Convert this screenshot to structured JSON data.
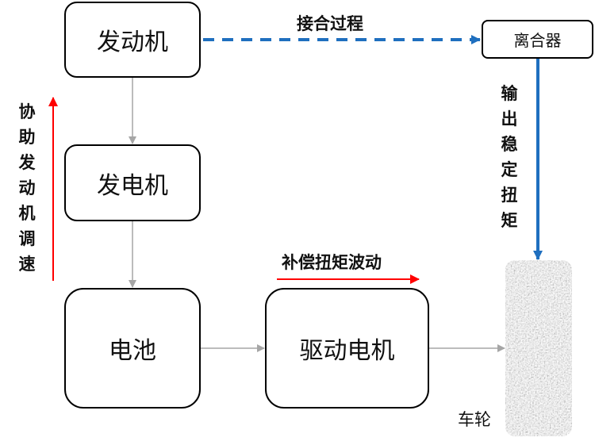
{
  "diagram": {
    "nodes": {
      "engine": "发动机",
      "clutch": "离合器",
      "generator": "发电机",
      "battery": "电池",
      "drive_motor": "驱动电机",
      "wheel": "车轮"
    },
    "labels": {
      "engagement_process": "接合过程",
      "output_stable_torque": "输出稳定扭矩",
      "assist_engine_speed": "协助发动机调速",
      "compensate_torque_fluctuation": "补偿扭矩波动"
    },
    "colors": {
      "dashed_blue": "#1f6fbf",
      "output_blue": "#1f6fbf",
      "assist_red": "#ff0000",
      "flow_gray": "#a6a6a6"
    },
    "edges": [
      {
        "from": "engine",
        "to": "clutch",
        "style": "dashed",
        "label": "接合过程"
      },
      {
        "from": "clutch",
        "to": "wheel",
        "style": "solid-blue",
        "label": "输出稳定扭矩"
      },
      {
        "from": "engine",
        "to": "generator",
        "style": "gray"
      },
      {
        "from": "generator",
        "to": "battery",
        "style": "gray"
      },
      {
        "from": "battery",
        "to": "drive_motor",
        "style": "gray"
      },
      {
        "from": "drive_motor",
        "to": "wheel",
        "style": "gray"
      }
    ]
  }
}
